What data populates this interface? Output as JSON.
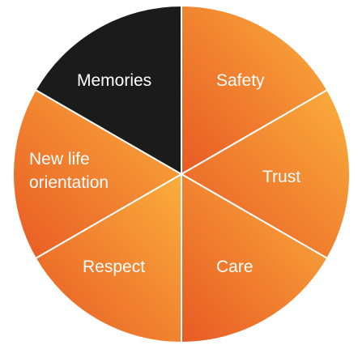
{
  "wheel": {
    "segments": [
      {
        "label": "Safety",
        "lines": [
          "Safety"
        ],
        "color": "#f7a236"
      },
      {
        "label": "Trust",
        "lines": [
          "Trust"
        ],
        "color": "#f7a236"
      },
      {
        "label": "Care",
        "lines": [
          "Care"
        ],
        "color": "#f08a2c"
      },
      {
        "label": "Respect",
        "lines": [
          "Respect"
        ],
        "color": "#ee7a2c"
      },
      {
        "label": "New life orientation",
        "lines": [
          "New life",
          "orientation"
        ],
        "color": "#ec6a27"
      },
      {
        "label": "Memories",
        "lines": [
          "Memories"
        ],
        "color": "#1b1b1b"
      }
    ],
    "gradient": {
      "start": "#e85a24",
      "end": "#faae3c"
    },
    "divider_color": "#ffffff"
  }
}
